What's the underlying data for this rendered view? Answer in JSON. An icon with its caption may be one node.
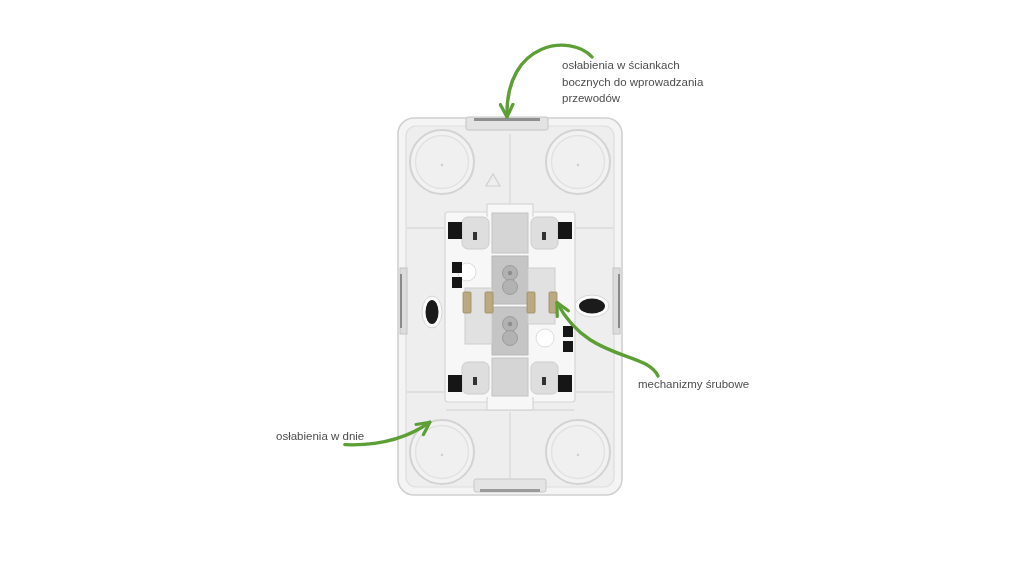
{
  "diagram": {
    "nodes": [
      {
        "text": [
          "osłabienia w ściankach bocznych do wprowadzania przewodów"
        ]
      },
      {
        "text": [],
        "shape": "bar"
      },
      {
        "text": [
          "mechanizmy śrubowe"
        ]
      },
      {
        "text": [],
        "shape": "box"
      },
      {
        "text": [
          "osłabienia w dnie"
        ]
      },
      {
        "text": [],
        "shape": "circle"
      }
    ],
    "edges": [
      {
        "from": 0,
        "to": 1,
        "arrow": "to"
      },
      {
        "from": 2,
        "to": 3,
        "arrow": "to"
      },
      {
        "from": 4,
        "to": 5,
        "arrow": "to"
      }
    ]
  }
}
